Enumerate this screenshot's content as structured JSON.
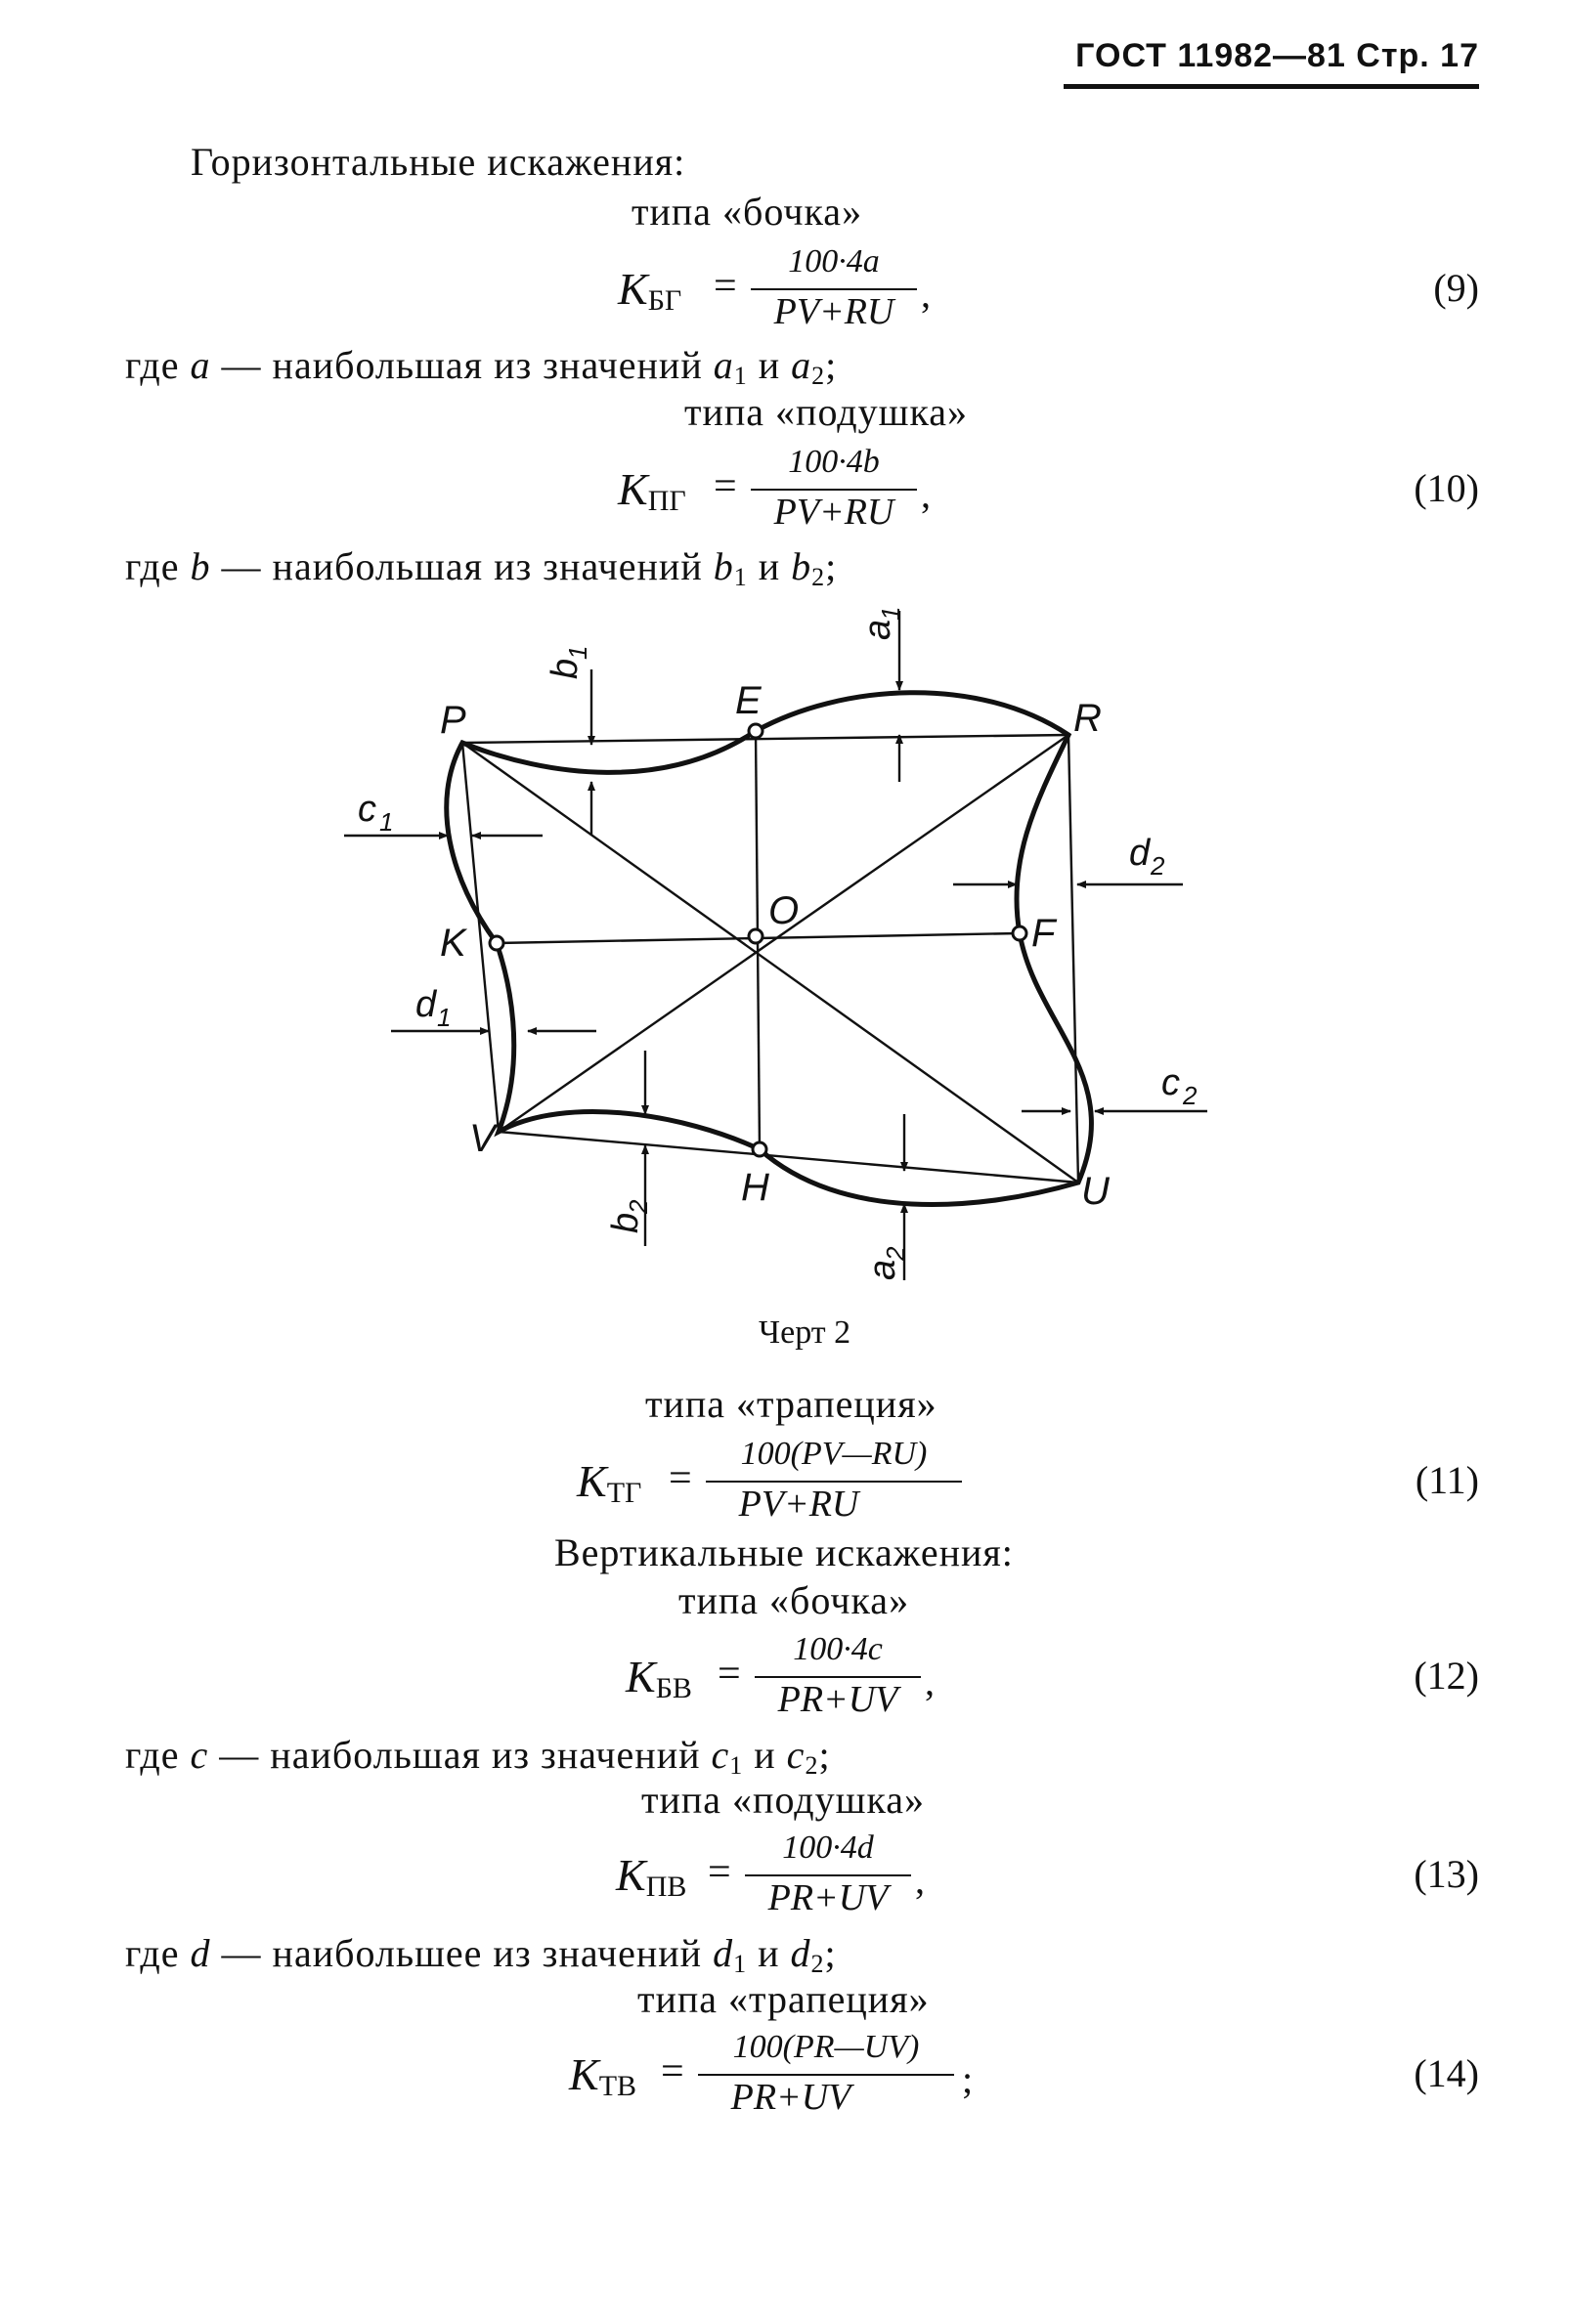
{
  "header": {
    "title": "ГОСТ 11982—81 Стр. 17"
  },
  "horizontal": {
    "heading": "Горизонтальные искажения:",
    "barrel_type": "типа «бочка»",
    "f9": {
      "K": "K",
      "sub": "БГ",
      "eq": "=",
      "num": "100·4a",
      "den": "PV+RU",
      "punct": ",",
      "no": "(9)"
    },
    "where_a": {
      "pre": "где ",
      "var": "a",
      "text": " — наибольшая из значений ",
      "v1": "a",
      "s1": "1",
      "and": " и ",
      "v2": "a",
      "s2": "2",
      "end": ";"
    },
    "pillow_type": "типа «подушка»",
    "f10": {
      "K": "K",
      "sub": "ПГ",
      "eq": "=",
      "num": "100·4b",
      "den": "PV+RU",
      "punct": ",",
      "no": "(10)"
    },
    "where_b": {
      "pre": "где ",
      "var": "b",
      "text": " — наибольшая из значений ",
      "v1": "b",
      "s1": "1",
      "and": " и ",
      "v2": "b",
      "s2": "2",
      "end": ";"
    }
  },
  "figure": {
    "caption": "Черт 2",
    "points": {
      "P": "P",
      "E": "E",
      "R": "R",
      "K": "K",
      "O": "O",
      "F": "F",
      "V": "V",
      "H": "H",
      "U": "U"
    },
    "dims": {
      "a1": "a",
      "a1s": "1",
      "b1": "b",
      "b1s": "1",
      "c1": "c",
      "c1s": "1",
      "d2": "d",
      "d2s": "2",
      "d1": "d",
      "d1s": "1",
      "c2": "c",
      "c2s": "2",
      "b2": "b",
      "b2s": "2",
      "a2": "a",
      "a2s": "2"
    }
  },
  "trapezoid_h": {
    "type": "типа «трапеция»",
    "f11": {
      "K": "K",
      "sub": "ТГ",
      "eq": "=",
      "num": "100(PV—RU)",
      "den": "PV+RU",
      "punct": "",
      "no": "(11)"
    }
  },
  "vertical": {
    "heading": "Вертикальные искажения:",
    "barrel_type": "типа «бочка»",
    "f12": {
      "K": "K",
      "sub": "БВ",
      "eq": "=",
      "num": "100·4c",
      "den": "PR+UV",
      "punct": ",",
      "no": "(12)"
    },
    "where_c": {
      "pre": "где ",
      "var": "c",
      "text": " — наибольшая из значений ",
      "v1": "c",
      "s1": "1",
      "and": " и ",
      "v2": "c",
      "s2": "2",
      "end": ";"
    },
    "pillow_type": "типа «подушка»",
    "f13": {
      "K": "K",
      "sub": "ПВ",
      "eq": "=",
      "num": "100·4d",
      "den": "PR+UV",
      "punct": ",",
      "no": "(13)"
    },
    "where_d": {
      "pre": "где ",
      "var": "d",
      "text": " — наибольшее из значений ",
      "v1": "d",
      "s1": "1",
      "and": " и ",
      "v2": "d",
      "s2": "2",
      "end": ";"
    },
    "trapezoid_type": "типа «трапеция»",
    "f14": {
      "K": "K",
      "sub": "ТВ",
      "eq": "=",
      "num": "100(PR—UV)",
      "den": "PR+UV",
      "punct": ";",
      "no": "(14)"
    }
  }
}
